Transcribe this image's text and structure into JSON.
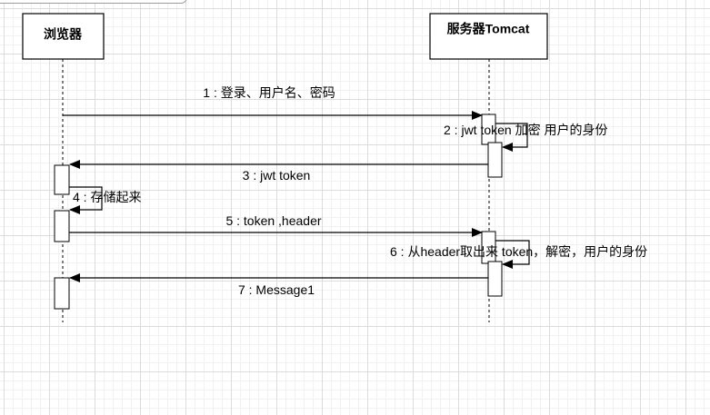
{
  "diagram": {
    "participants": [
      {
        "id": "browser",
        "label": "浏览器"
      },
      {
        "id": "server",
        "label": "服务器Tomcat"
      }
    ],
    "messages": [
      {
        "label": "1 : 登录、用户名、密码",
        "from": "browser",
        "to": "server"
      },
      {
        "label": "2 : jwt token 加密 用户的身份",
        "from": "server",
        "to": "server"
      },
      {
        "label": "3 : jwt token",
        "from": "server",
        "to": "browser"
      },
      {
        "label": "4 : 存储起来",
        "from": "browser",
        "to": "browser"
      },
      {
        "label": "5 : token ,header",
        "from": "browser",
        "to": "server"
      },
      {
        "label": "6 : 从header取出来 token，解密，用户的身份",
        "from": "server",
        "to": "server"
      },
      {
        "label": "7 : Message1",
        "from": "server",
        "to": "browser"
      }
    ]
  }
}
